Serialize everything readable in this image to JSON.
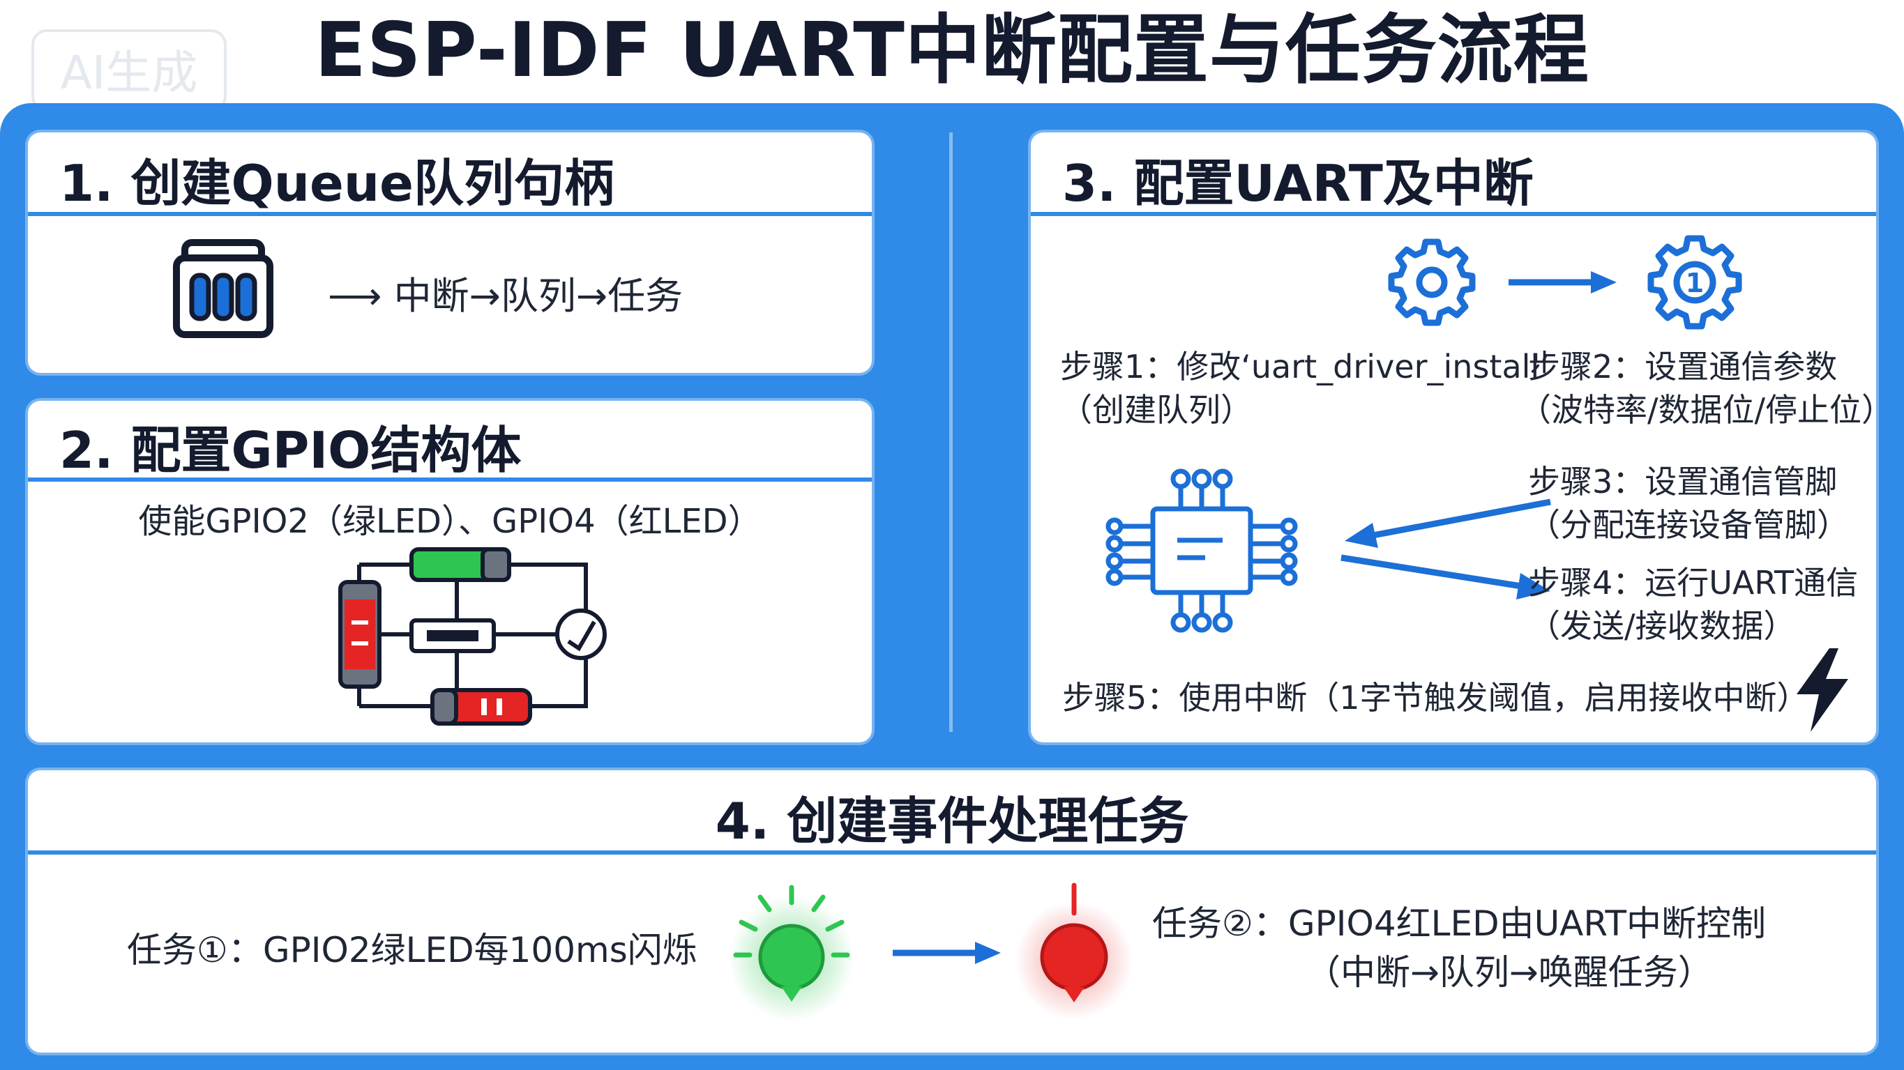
{
  "watermark": "AI生成",
  "title": "ESP-IDF UART中断配置与任务流程",
  "panel1": {
    "heading": "1. 创建Queue队列句柄",
    "flow": "⟶ 中断→队列→任务"
  },
  "panel2": {
    "heading": "2. 配置GPIO结构体",
    "subtitle": "使能GPIO2（绿LED）、GPIO4（红LED）"
  },
  "panel3": {
    "heading": "3. 配置UART及中断",
    "step1_line1": "步骤1：修改‘uart_driver_install’",
    "step1_line2": "（创建队列）",
    "step2_line1": "步骤2：设置通信参数",
    "step2_line2": "（波特率/数据位/停止位）",
    "step3_line1": "步骤3：设置通信管脚",
    "step3_line2": "（分配连接设备管脚）",
    "step4_line1": "步骤4：运行UART通信",
    "step4_line2": "（发送/接收数据）",
    "step5": "步骤5：使用中断（1字节触发阈值，启用接收中断）"
  },
  "panel4": {
    "heading": "4. 创建事件处理任务",
    "task1": "任务①：GPIO2绿LED每100ms闪烁",
    "task2_line1": "任务②：GPIO4红LED由UART中断控制",
    "task2_line2": "（中断→队列→唤醒任务）"
  },
  "colors": {
    "frame_blue": "#2f8ae8",
    "icon_blue": "#1c6fd6",
    "green_led": "#2fc552",
    "red_led": "#e52424",
    "dark": "#141b2e"
  },
  "icons": [
    "queue-buffer-icon",
    "gear-icon",
    "gear-number-icon",
    "chip-icon",
    "lightning-icon",
    "circuit-icon",
    "green-bulb-icon",
    "red-bulb-icon"
  ]
}
